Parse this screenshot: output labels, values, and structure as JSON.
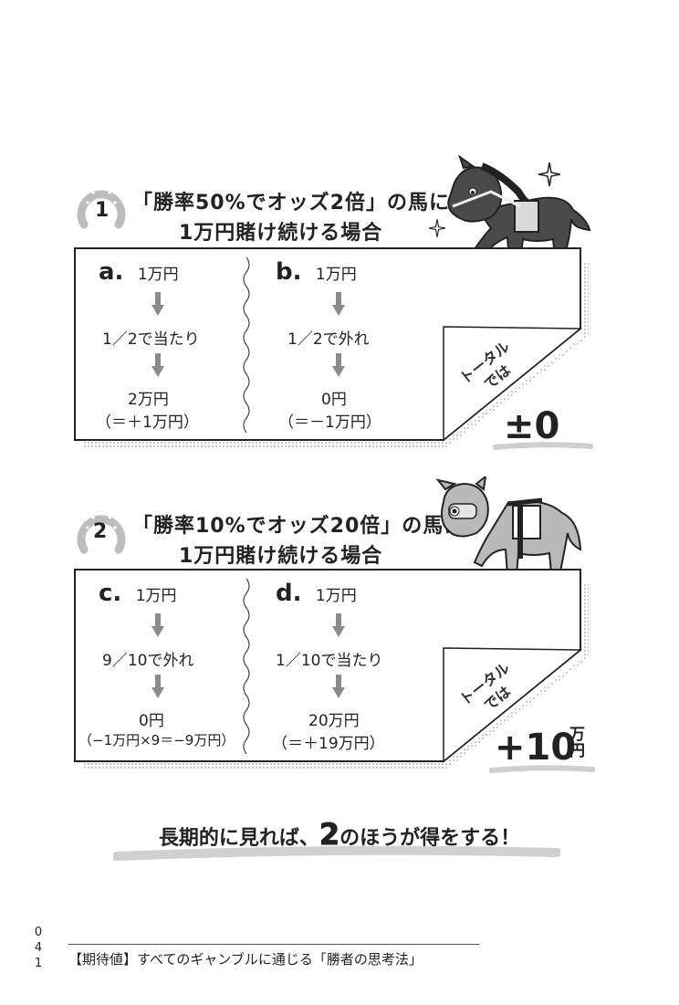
{
  "sections": [
    {
      "badge_number": "1",
      "title_line1": "「勝率50%でオッズ2倍」の馬に",
      "title_line2": "1万円賭け続ける場合",
      "left": {
        "letter": "a.",
        "start": "1万円",
        "middle": "1／2で当たり",
        "end": "2万円",
        "note": "（＝＋1万円）"
      },
      "right": {
        "letter": "b.",
        "start": "1万円",
        "middle": "1／2で外れ",
        "end": "0円",
        "note": "（＝－1万円）"
      },
      "total_label_line1": "トータル",
      "total_label_line2": "では",
      "result_value": "±0",
      "result_unit_top": "",
      "result_unit_bottom": ""
    },
    {
      "badge_number": "2",
      "title_line1": "「勝率10%でオッズ20倍」の馬に",
      "title_line2": "1万円賭け続ける場合",
      "left": {
        "letter": "c.",
        "start": "1万円",
        "middle": "9／10で外れ",
        "end": "0円",
        "note": "（−1万円×9＝−9万円）"
      },
      "right": {
        "letter": "d.",
        "start": "1万円",
        "middle": "1／10で当たり",
        "end": "20万円",
        "note": "（＝＋19万円）"
      },
      "total_label_line1": "トータル",
      "total_label_line2": "では",
      "result_value": "+10",
      "result_unit_top": "万",
      "result_unit_bottom": "円"
    }
  ],
  "conclusion": {
    "before": "長期的に見れば、",
    "highlight": "2",
    "after": "のほうが得をする！"
  },
  "footer": {
    "page_digits": [
      "0",
      "4",
      "1"
    ],
    "text": "【期待値】すべてのギャンブルに通じる「勝者の思考法」"
  },
  "colors": {
    "horse_dark": "#4a4a4a",
    "horse_light": "#b9b9b9",
    "arrow": "#8a8a8a",
    "ink": "#222222"
  }
}
